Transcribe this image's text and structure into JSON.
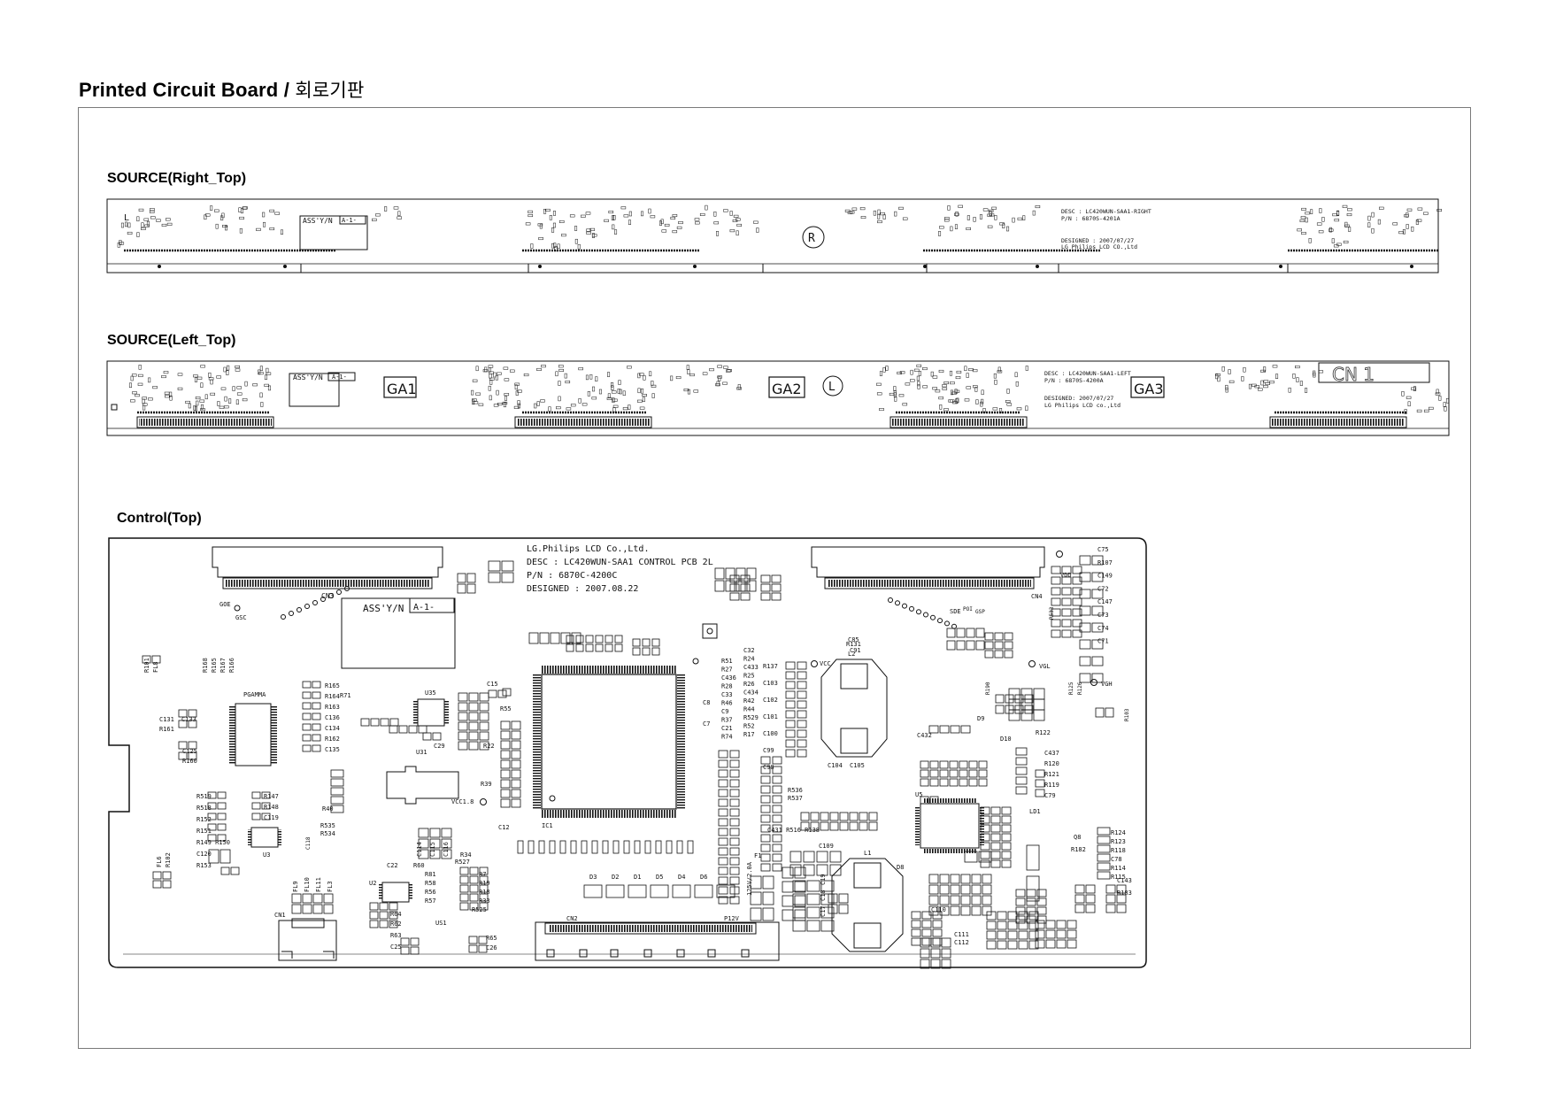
{
  "title": {
    "main": "Printed Circuit Board /",
    "korean": "회로기판"
  },
  "sections": {
    "right_top": "SOURCE(Right_Top)",
    "left_top": "SOURCE(Left_Top)",
    "control_top": "Control(Top)"
  },
  "right_board": {
    "ass_label": "ASS'Y/N",
    "ass_value": "A-1-",
    "desc": "DESC : LC420WUN-SAA1-RIGHT",
    "pn": "P/N : 6870S-4201A",
    "designed": "DESIGNED : 2007/07/27",
    "maker": "LG Philips LCD CO.,Ltd",
    "l_mark": "L",
    "r_mark": "R"
  },
  "left_board": {
    "ass_label": "ASS'Y/N",
    "ass_value": "A-1-",
    "ga1": "GA1",
    "ga2": "GA2",
    "ga3": "GA3",
    "l_mark": "L",
    "desc": "DESC : LC420WUN-SAA1-LEFT",
    "pn": "P/N : 6870S-4200A",
    "designed": "DESIGNED: 2007/07/27",
    "maker": "LG Philips LCD co.,Ltd",
    "cn1": "CN 1"
  },
  "control_board": {
    "maker": "LG.Philips LCD Co.,Ltd.",
    "desc": "DESC : LC420WUN-SAA1 CONTROL PCB 2L",
    "pn": "P/N : 6870C-4200C",
    "designed": "DESIGNED : 2007.08.22",
    "ass_label": "ASS'Y/N",
    "ass_value": "A-1-",
    "cn1": "CN1",
    "cn2": "CN2",
    "cn3": "CN3",
    "cn4": "CN4",
    "ic1": "IC1",
    "u3": "U3",
    "u5": "U5",
    "u31": "U31",
    "u35": "U35",
    "l1": "L1",
    "l2": "L2",
    "vcc": "VCC",
    "vdd": "VDD",
    "vgl": "VGL",
    "vgh": "VGH",
    "goe": "GOE",
    "gsc": "GSC",
    "pgamma": "PGAMMA",
    "sdl_l": [
      "R101",
      "FL8",
      "R168",
      "R165",
      "R167",
      "R166",
      "C131",
      "R161",
      "C133",
      "C125",
      "R160"
    ],
    "sdl_r": [
      "R165",
      "R164",
      "R163",
      "C136",
      "C134",
      "R162",
      "C135"
    ],
    "bl": [
      "R519",
      "R518",
      "R152",
      "R151",
      "R149 R150",
      "C120",
      "R153"
    ],
    "bl2": [
      "R147",
      "R148",
      "C119"
    ],
    "rc": [
      "C75",
      "R107",
      "C149",
      "C72",
      "C147",
      "C73",
      "C74",
      "C71"
    ],
    "rc2": [
      "C437",
      "R120",
      "R121",
      "R119",
      "C79"
    ],
    "rc3": [
      "R124",
      "R123",
      "R118",
      "C78",
      "R114",
      "R115"
    ],
    "rb": [
      "C143",
      "R183"
    ],
    "mid": [
      "R51",
      "R27",
      "C436",
      "R28",
      "C33",
      "R46",
      "C9",
      "R37",
      "C21",
      "R74"
    ],
    "mid2": [
      "C32",
      "R24",
      "C433",
      "R25",
      "R26",
      "C434",
      "R42",
      "R44",
      "R529",
      "R52",
      "R17"
    ],
    "mid3": [
      "R137",
      "C103",
      "C102",
      "C101",
      "C100",
      "C99",
      "C98"
    ],
    "bot": [
      "D3",
      "D2",
      "D1",
      "D5",
      "D4",
      "D6"
    ],
    "bot2": [
      "R81",
      "R58",
      "R56",
      "R57",
      "R7",
      "R19",
      "R18",
      "R33",
      "R525"
    ],
    "bot3": [
      "R64",
      "R62",
      "R63",
      "C25",
      "US1",
      "R65",
      "C26"
    ],
    "f1": "F1",
    "d9": "D9",
    "d10": "D10",
    "d8": "D8",
    "c104": "C104",
    "c105": "C105",
    "r536": "R536",
    "r537": "R537",
    "c432": "C432",
    "r122": "R122",
    "vcc18": "VCC1.8",
    "c12": "C12",
    "r34": "R34",
    "r527": "R527",
    "c22": "C22",
    "r60": "R60",
    "u2": "U2",
    "c29": "C29",
    "r22": "R22",
    "r39": "R39",
    "r55": "R55",
    "c15": "C15",
    "c8": "C8",
    "c7": "C7",
    "c111": "C111",
    "c112": "C112",
    "c110": "C110",
    "q8": "Q8",
    "r182": "R182",
    "ld1": "LD1",
    "r190": "R190",
    "r125": "R125",
    "r126": "R126",
    "r103": "R103",
    "r533": "R533",
    "sde": "SDE",
    "poi": "POI",
    "gsp": "GSP",
    "c91": "C91",
    "r131": "R131",
    "c85": "C85",
    "r71": "R71",
    "r40": "R40",
    "r535": "R535",
    "r534": "R534",
    "fl9": [
      "FL9",
      "FL10",
      "FL11",
      "FL3"
    ],
    "fl6": [
      "FL6",
      "R102"
    ],
    "c118": "C118",
    "c114": [
      "C114",
      "C115",
      "C116"
    ],
    "v125": "125V/2.0A",
    "p12v": "P12V",
    "c19": [
      "C19",
      "C18",
      "C17"
    ],
    "c431": "C431 R516 R138",
    "c109": "C109"
  },
  "colors": {
    "ink": "#111111",
    "frame": "#7a7a7a",
    "background": "#ffffff"
  }
}
